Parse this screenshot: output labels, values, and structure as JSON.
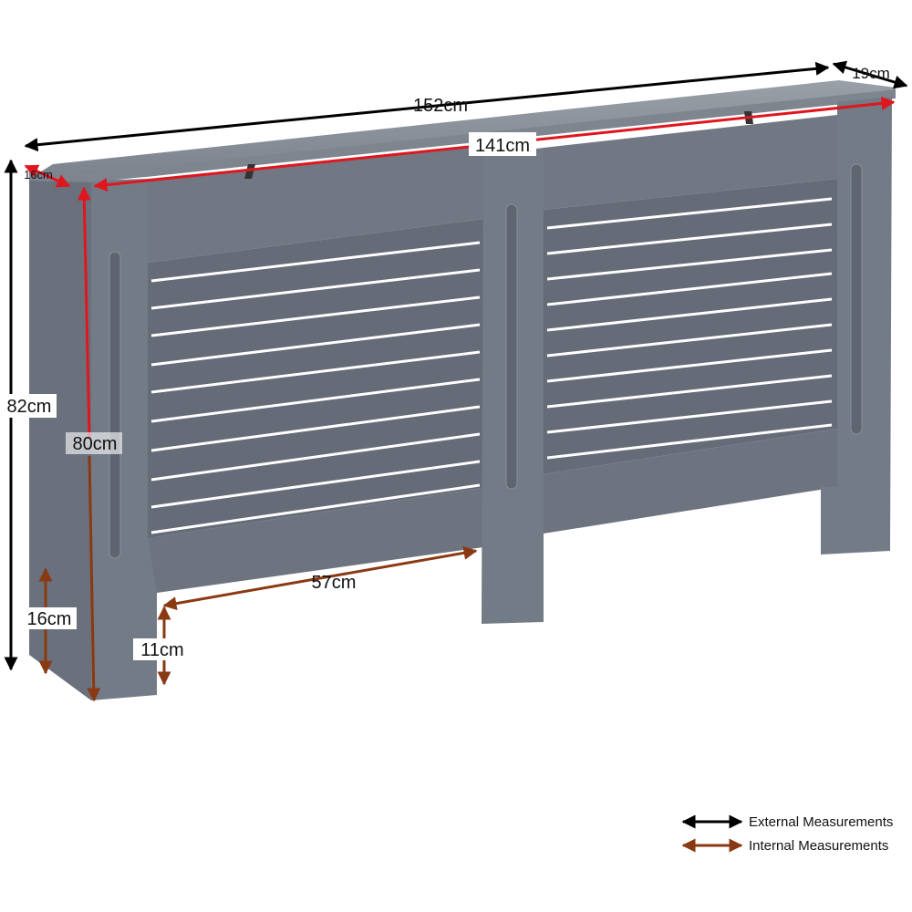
{
  "measurements": {
    "external_width": "152cm",
    "internal_width": "141cm",
    "depth": "19cm",
    "side_depth": "16cm",
    "external_height": "82cm",
    "internal_height": "80cm",
    "foot_height": "16cm",
    "opening_height": "11cm",
    "opening_width": "57cm"
  },
  "legend": {
    "external": "External Measurements",
    "internal": "Internal Measurements"
  },
  "colors": {
    "cabinet": "#6e7682",
    "cabinet_dark": "#5a616c",
    "cabinet_light": "#8a919b",
    "external_arrow": "#000000",
    "internal_arrow_red": "#e0161e",
    "internal_arrow_brown": "#8a3a12"
  }
}
